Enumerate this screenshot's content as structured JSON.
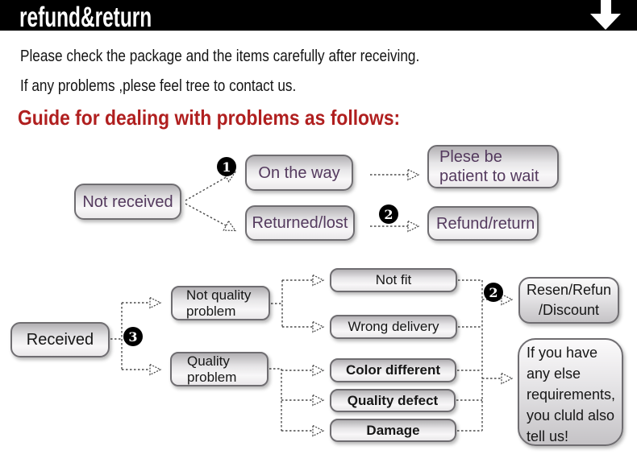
{
  "header": {
    "title": "refund&return"
  },
  "intro": {
    "line1": "Please check the package and the items carefully after receiving.",
    "line2": "If any problems ,plese feel tree to contact us.",
    "heading": "Guide for dealing with problems as follows:"
  },
  "colors": {
    "header_bg": "#000000",
    "heading_red": "#b01f1f",
    "row1_text_purple": "#543a5e",
    "box_border": "#6f6d71"
  },
  "flowchart": {
    "badges": {
      "b1": "1",
      "b2a": "2",
      "b2b": "2",
      "b3": "3"
    },
    "nodes": {
      "not_received": "Not received",
      "on_the_way": "On the way",
      "returned_lost": "Returned/lost",
      "patient_wait": "Plese be\npatient to wait",
      "refund_return": "Refund/return",
      "received": "Received",
      "not_quality_problem": "Not quality\nproblem",
      "quality_problem": "Quality\n problem",
      "not_fit": "Not fit",
      "wrong_delivery": "Wrong delivery",
      "color_different": "Color different",
      "quality_defect": "Quality defect",
      "damage": "Damage",
      "resend_refund_discount": "Resen/Refun\n/Discount",
      "any_else": "If you have\nany else\nrequirements,\nyou cluld also\ntell us!"
    }
  }
}
